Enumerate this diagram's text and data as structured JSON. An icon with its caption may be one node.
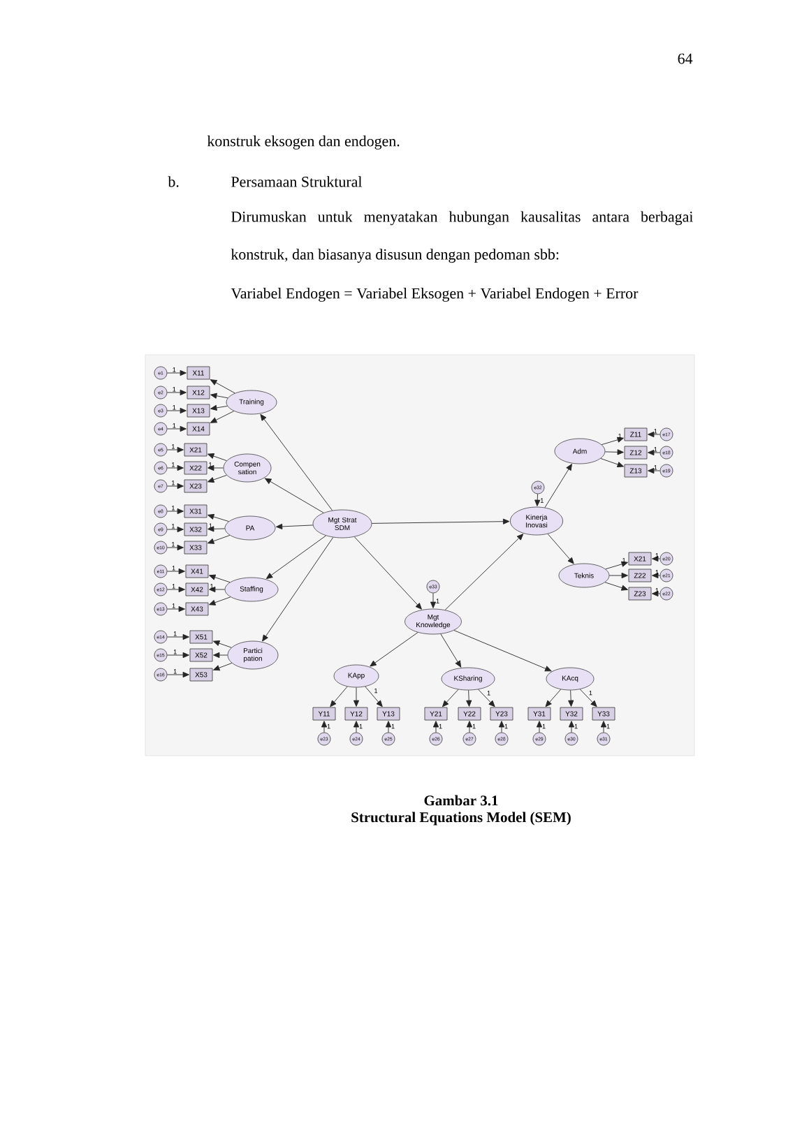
{
  "diagram": {
    "nodes": [
      {
        "text": [
          "Mgt Strat SDM"
        ]
      },
      {
        "text": [
          "Training"
        ]
      },
      {
        "text": [
          "Compen sation"
        ]
      },
      {
        "text": [
          "PA"
        ]
      },
      {
        "text": [
          "Staffing"
        ]
      },
      {
        "text": [
          "Partici pation"
        ]
      },
      {
        "text": [
          "KApp"
        ]
      },
      {
        "text": [
          "KSharing"
        ]
      },
      {
        "text": [
          "KAcq"
        ]
      },
      {
        "text": [
          "Mgt Knowledge"
        ]
      },
      {
        "text": [
          "Kinerja Inovasi"
        ]
      },
      {
        "text": [
          "Adm"
        ]
      },
      {
        "text": [
          "Teknis"
        ]
      },
      {
        "text": [
          "X11"
        ]
      },
      {
        "text": [
          "X12"
        ]
      },
      {
        "text": [
          "X13"
        ]
      },
      {
        "text": [
          "X14"
        ]
      },
      {
        "text": [
          "X21"
        ]
      },
      {
        "text": [
          "X22"
        ]
      },
      {
        "text": [
          "X23"
        ]
      },
      {
        "text": [
          "X31"
        ]
      },
      {
        "text": [
          "X32"
        ]
      },
      {
        "text": [
          "X33"
        ]
      },
      {
        "text": [
          "X41"
        ]
      },
      {
        "text": [
          "X42"
        ]
      },
      {
        "text": [
          "X43"
        ]
      },
      {
        "text": [
          "X51"
        ]
      },
      {
        "text": [
          "X52"
        ]
      },
      {
        "text": [
          "X53"
        ]
      },
      {
        "text": [
          "Z11"
        ]
      },
      {
        "text": [
          "Z12"
        ]
      },
      {
        "text": [
          "Z13"
        ]
      },
      {
        "text": [
          "X21"
        ]
      },
      {
        "text": [
          "Z22"
        ]
      },
      {
        "text": [
          "Z23"
        ]
      },
      {
        "text": [
          "Y11"
        ]
      },
      {
        "text": [
          "Y12"
        ]
      },
      {
        "text": [
          "Y13"
        ]
      },
      {
        "text": [
          "Y21"
        ]
      },
      {
        "text": [
          "Y22"
        ]
      },
      {
        "text": [
          "Y23"
        ]
      },
      {
        "text": [
          "Y31"
        ]
      },
      {
        "text": [
          "Y32"
        ]
      },
      {
        "text": [
          "Y33"
        ]
      },
      {
        "text": [
          "e1"
        ]
      },
      {
        "text": [
          "e2"
        ]
      },
      {
        "text": [
          "e3"
        ]
      },
      {
        "text": [
          "e4"
        ]
      },
      {
        "text": [
          "e5"
        ]
      },
      {
        "text": [
          "e6"
        ]
      },
      {
        "text": [
          "e7"
        ]
      },
      {
        "text": [
          "e8"
        ]
      },
      {
        "text": [
          "e9"
        ]
      },
      {
        "text": [
          "e10"
        ]
      },
      {
        "text": [
          "e11"
        ]
      },
      {
        "text": [
          "e12"
        ]
      },
      {
        "text": [
          "e13"
        ]
      },
      {
        "text": [
          "e14"
        ]
      },
      {
        "text": [
          "e15"
        ]
      },
      {
        "text": [
          "e16"
        ]
      },
      {
        "text": [
          "e17"
        ]
      },
      {
        "text": [
          "e18"
        ]
      },
      {
        "text": [
          "e19"
        ]
      },
      {
        "text": [
          "e20"
        ]
      },
      {
        "text": [
          "e21"
        ]
      },
      {
        "text": [
          "e22"
        ]
      },
      {
        "text": [
          "e23"
        ]
      },
      {
        "text": [
          "e24"
        ]
      },
      {
        "text": [
          "e25"
        ]
      },
      {
        "text": [
          "e26"
        ]
      },
      {
        "text": [
          "e27"
        ]
      },
      {
        "text": [
          "e28"
        ]
      },
      {
        "text": [
          "e29"
        ]
      },
      {
        "text": [
          "e30"
        ]
      },
      {
        "text": [
          "e31"
        ]
      },
      {
        "text": [
          "e32"
        ]
      },
      {
        "text": [
          "e33"
        ]
      }
    ],
    "edges": [
      {
        "from": 0,
        "to": 1,
        "arrow": "to"
      },
      {
        "from": 0,
        "to": 2,
        "arrow": "to"
      },
      {
        "from": 0,
        "to": 3,
        "arrow": "to"
      },
      {
        "from": 0,
        "to": 4,
        "arrow": "to"
      },
      {
        "from": 0,
        "to": 5,
        "arrow": "to"
      },
      {
        "from": 0,
        "to": 10,
        "arrow": "to"
      },
      {
        "from": 0,
        "to": 9,
        "arrow": "to"
      },
      {
        "from": 9,
        "to": 10,
        "arrow": "to"
      },
      {
        "from": 9,
        "to": 6,
        "arrow": "to"
      },
      {
        "from": 9,
        "to": 7,
        "arrow": "to"
      },
      {
        "from": 9,
        "to": 8,
        "arrow": "to"
      },
      {
        "from": 10,
        "to": 11,
        "arrow": "to"
      },
      {
        "from": 10,
        "to": 12,
        "arrow": "to"
      },
      {
        "from": 1,
        "to": 13,
        "arrow": "to"
      },
      {
        "from": 1,
        "to": 14,
        "arrow": "to"
      },
      {
        "from": 1,
        "to": 15,
        "arrow": "to"
      },
      {
        "from": 1,
        "to": 16,
        "arrow": "to"
      },
      {
        "from": 2,
        "to": 17,
        "arrow": "to"
      },
      {
        "from": 2,
        "to": 18,
        "arrow": "to",
        "label": "1"
      },
      {
        "from": 2,
        "to": 19,
        "arrow": "to"
      },
      {
        "from": 3,
        "to": 20,
        "arrow": "to"
      },
      {
        "from": 3,
        "to": 21,
        "arrow": "to",
        "label": "1"
      },
      {
        "from": 3,
        "to": 22,
        "arrow": "to"
      },
      {
        "from": 4,
        "to": 23,
        "arrow": "to"
      },
      {
        "from": 4,
        "to": 24,
        "arrow": "to",
        "label": "1"
      },
      {
        "from": 4,
        "to": 25,
        "arrow": "to"
      },
      {
        "from": 5,
        "to": 26,
        "arrow": "to"
      },
      {
        "from": 5,
        "to": 27,
        "arrow": "to"
      },
      {
        "from": 5,
        "to": 28,
        "arrow": "to"
      },
      {
        "from": 11,
        "to": 29,
        "arrow": "to",
        "label": "1"
      },
      {
        "from": 11,
        "to": 30,
        "arrow": "to"
      },
      {
        "from": 11,
        "to": 31,
        "arrow": "to"
      },
      {
        "from": 12,
        "to": 32,
        "arrow": "to",
        "label": "1"
      },
      {
        "from": 12,
        "to": 33,
        "arrow": "to"
      },
      {
        "from": 12,
        "to": 34,
        "arrow": "to"
      },
      {
        "from": 6,
        "to": 35,
        "arrow": "to"
      },
      {
        "from": 6,
        "to": 36,
        "arrow": "to"
      },
      {
        "from": 6,
        "to": 37,
        "arrow": "to",
        "label": "1"
      },
      {
        "from": 7,
        "to": 38,
        "arrow": "to"
      },
      {
        "from": 7,
        "to": 39,
        "arrow": "to"
      },
      {
        "from": 7,
        "to": 40,
        "arrow": "to",
        "label": "1"
      },
      {
        "from": 8,
        "to": 41,
        "arrow": "to"
      },
      {
        "from": 8,
        "to": 42,
        "arrow": "to"
      },
      {
        "from": 8,
        "to": 43,
        "arrow": "to",
        "label": "1"
      },
      {
        "from": 44,
        "to": 13,
        "arrow": "to",
        "label": "1"
      },
      {
        "from": 45,
        "to": 14,
        "arrow": "to",
        "label": "1"
      },
      {
        "from": 46,
        "to": 15,
        "arrow": "to",
        "label": "1"
      },
      {
        "from": 47,
        "to": 16,
        "arrow": "to",
        "label": "1"
      },
      {
        "from": 48,
        "to": 17,
        "arrow": "to",
        "label": "1"
      },
      {
        "from": 49,
        "to": 18,
        "arrow": "to",
        "label": "1"
      },
      {
        "from": 50,
        "to": 19,
        "arrow": "to",
        "label": "1"
      },
      {
        "from": 51,
        "to": 20,
        "arrow": "to",
        "label": "1"
      },
      {
        "from": 52,
        "to": 21,
        "arrow": "to",
        "label": "1"
      },
      {
        "from": 53,
        "to": 22,
        "arrow": "to",
        "label": "1"
      },
      {
        "from": 54,
        "to": 23,
        "arrow": "to",
        "label": "1"
      },
      {
        "from": 55,
        "to": 24,
        "arrow": "to",
        "label": "1"
      },
      {
        "from": 56,
        "to": 25,
        "arrow": "to",
        "label": "1"
      },
      {
        "from": 57,
        "to": 26,
        "arrow": "to",
        "label": "1"
      },
      {
        "from": 58,
        "to": 27,
        "arrow": "to",
        "label": "1"
      },
      {
        "from": 59,
        "to": 28,
        "arrow": "to",
        "label": "1"
      },
      {
        "from": 60,
        "to": 29,
        "arrow": "to",
        "label": "1"
      },
      {
        "from": 61,
        "to": 30,
        "arrow": "to",
        "label": "1"
      },
      {
        "from": 62,
        "to": 31,
        "arrow": "to",
        "label": "1"
      },
      {
        "from": 63,
        "to": 32,
        "arrow": "to",
        "label": "1"
      },
      {
        "from": 64,
        "to": 33,
        "arrow": "to",
        "label": "1"
      },
      {
        "from": 65,
        "to": 34,
        "arrow": "to",
        "label": "1"
      },
      {
        "from": 66,
        "to": 35,
        "arrow": "to",
        "label": "1"
      },
      {
        "from": 67,
        "to": 36,
        "arrow": "to",
        "label": "1"
      },
      {
        "from": 68,
        "to": 37,
        "arrow": "to",
        "label": "1"
      },
      {
        "from": 69,
        "to": 38,
        "arrow": "to",
        "label": "1"
      },
      {
        "from": 70,
        "to": 39,
        "arrow": "to",
        "label": "1"
      },
      {
        "from": 71,
        "to": 40,
        "arrow": "to",
        "label": "1"
      },
      {
        "from": 72,
        "to": 41,
        "arrow": "to",
        "label": "1"
      },
      {
        "from": 73,
        "to": 42,
        "arrow": "to",
        "label": "1"
      },
      {
        "from": 74,
        "to": 43,
        "arrow": "to",
        "label": "1"
      },
      {
        "from": 75,
        "to": 10,
        "arrow": "to",
        "label": "1"
      },
      {
        "from": 76,
        "to": 9,
        "arrow": "to",
        "label": "1"
      }
    ],
    "labels": [
      "64",
      "konstruk eksogen dan endogen.",
      "b.",
      "Persamaan Struktural",
      "Dirumuskan untuk menyatakan hubungan kausalitas antara berbagai konstruk, dan biasanya disusun dengan pedoman sbb:",
      "Variabel Endogen = Variabel Eksogen + Variabel Endogen + Error",
      "Gambar 3.1",
      "Structural Equations Model (SEM)"
    ]
  }
}
